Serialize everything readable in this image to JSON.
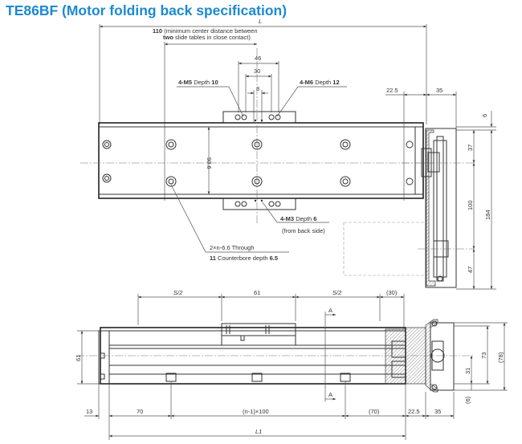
{
  "title": "TE86BF (Motor folding back specification)",
  "top_view": {
    "L": "L",
    "center_distance_value": "110",
    "center_distance_note_1": "(minimum center distance between",
    "center_distance_note_2_bold": "two",
    "center_distance_note_2": "slide tables in close contact)",
    "dim_46": "46",
    "dim_30": "30",
    "dim_8": "8",
    "dim_93_6": "93.6",
    "m5_label": "4-M5",
    "m5_depth": "Depth",
    "m5_value": "10",
    "m6_label": "4-M6",
    "m6_depth": "Depth",
    "m6_value": "12",
    "m3_label": "4-M3",
    "m3_depth": "Depth",
    "m3_value": "6",
    "m3_note": "(from back side)",
    "through_label": "2×n-6.6 Through",
    "counterbore_value": "11",
    "counterbore_text": "Counterbore depth",
    "counterbore_depth": "6.5"
  },
  "side_view": {
    "dim_22_5": "22.5",
    "dim_35": "35",
    "dim_6": "6",
    "dim_37": "37",
    "dim_100": "100",
    "dim_47": "47",
    "dim_184": "184"
  },
  "front_view": {
    "s_half_left": "S/2",
    "dim_61_top": "61",
    "s_half_right": "S/2",
    "dim_30_paren": "(30)",
    "section_a_top": "A",
    "section_a_bottom": "A",
    "dim_61_left": "61",
    "dim_73": "73",
    "dim_78_paren": "(78)",
    "dim_31": "31",
    "dim_6_paren": "(6)",
    "dim_13": "13",
    "dim_70": "70",
    "dim_pitch": "(n-1)×100",
    "dim_70_paren": "(70)",
    "dim_22_5": "22.5",
    "dim_35": "35",
    "L1": "L1"
  }
}
